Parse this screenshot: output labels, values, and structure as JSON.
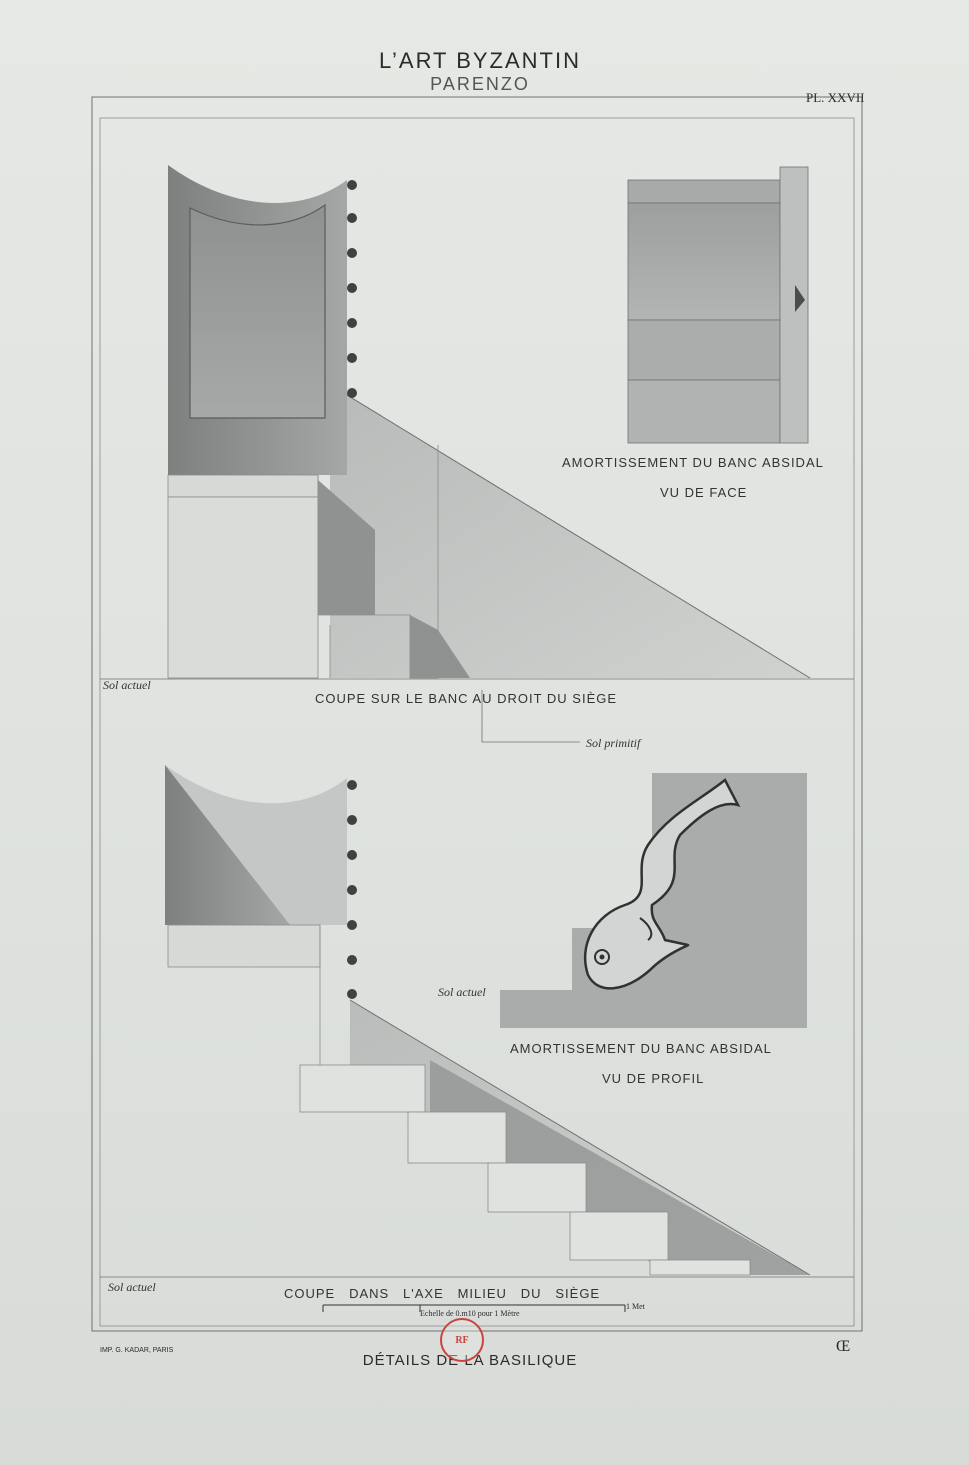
{
  "header": {
    "title": "L’ART BYZANTIN",
    "subtitle": "PARENZO",
    "plate_number": "PL. XXVII"
  },
  "upper_section": {
    "detail_caption_line1": "AMORTISSEMENT DU BANC ABSIDAL",
    "detail_caption_line2": "VU DE FACE",
    "section_caption": "COUPE SUR LE BANC AU DROIT DU SIÈGE",
    "ground_current": "Sol actuel",
    "ground_original": "Sol primitif"
  },
  "lower_section": {
    "ground_current_detail": "Sol actuel",
    "detail_caption_line1": "AMORTISSEMENT DU BANC ABSIDAL",
    "detail_caption_line2": "VU DE PROFIL",
    "ground_current": "Sol actuel",
    "section_caption": "COUPE   DANS   L'AXE   MILIEU   DU   SIÈGE"
  },
  "scale": {
    "label": "Echelle de 0.m10 pour 1 Mètre",
    "end_label": "1 Met"
  },
  "footer": {
    "printer": "IMP. G. KADAR, PARIS",
    "title": "DÉTAILS DE LA BASILIQUE",
    "monogram": "Œ",
    "stamp_text": "RF"
  },
  "colors": {
    "paper": "#e2e5e2",
    "shade_dark": "#7f8280",
    "shade_mid": "#a8aba9",
    "stamp_red": "#c8453e"
  }
}
